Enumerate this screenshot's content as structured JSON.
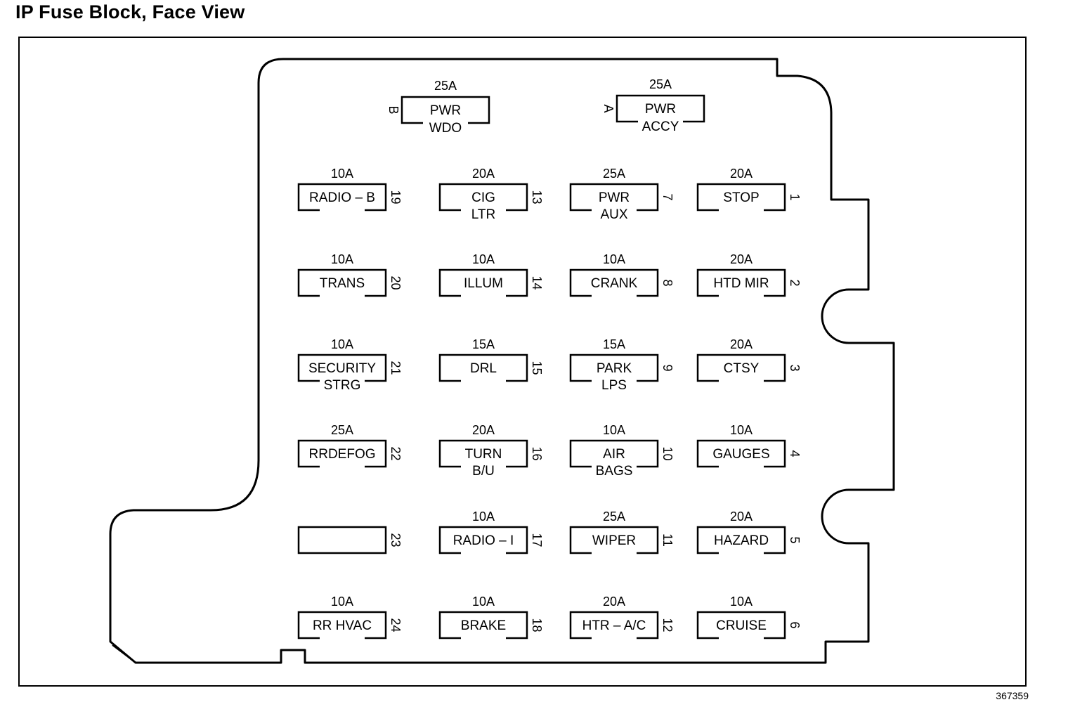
{
  "title": "IP Fuse Block, Face View",
  "figure_id": "367359",
  "top_fuses": [
    {
      "id": "B",
      "amp": "25A",
      "line1": "PWR",
      "line2": "WDO"
    },
    {
      "id": "A",
      "amp": "25A",
      "line1": "PWR",
      "line2": "ACCY"
    }
  ],
  "fuses": [
    {
      "num": "19",
      "amp": "10A",
      "line1": "RADIO – B",
      "line2": ""
    },
    {
      "num": "13",
      "amp": "20A",
      "line1": "CIG",
      "line2": "LTR"
    },
    {
      "num": "7",
      "amp": "25A",
      "line1": "PWR",
      "line2": "AUX"
    },
    {
      "num": "1",
      "amp": "20A",
      "line1": "STOP",
      "line2": ""
    },
    {
      "num": "20",
      "amp": "10A",
      "line1": "TRANS",
      "line2": ""
    },
    {
      "num": "14",
      "amp": "10A",
      "line1": "ILLUM",
      "line2": ""
    },
    {
      "num": "8",
      "amp": "10A",
      "line1": "CRANK",
      "line2": ""
    },
    {
      "num": "2",
      "amp": "20A",
      "line1": "HTD MIR",
      "line2": ""
    },
    {
      "num": "21",
      "amp": "10A",
      "line1": "SECURITY",
      "line2": "STRG"
    },
    {
      "num": "15",
      "amp": "15A",
      "line1": "DRL",
      "line2": ""
    },
    {
      "num": "9",
      "amp": "15A",
      "line1": "PARK",
      "line2": "LPS"
    },
    {
      "num": "3",
      "amp": "20A",
      "line1": "CTSY",
      "line2": ""
    },
    {
      "num": "22",
      "amp": "25A",
      "line1": "RRDEFOG",
      "line2": ""
    },
    {
      "num": "16",
      "amp": "20A",
      "line1": "TURN",
      "line2": "B/U"
    },
    {
      "num": "10",
      "amp": "10A",
      "line1": "AIR",
      "line2": "BAGS"
    },
    {
      "num": "4",
      "amp": "10A",
      "line1": "GAUGES",
      "line2": ""
    },
    {
      "num": "23",
      "amp": "",
      "line1": "",
      "line2": ""
    },
    {
      "num": "17",
      "amp": "10A",
      "line1": "RADIO – I",
      "line2": ""
    },
    {
      "num": "11",
      "amp": "25A",
      "line1": "WIPER",
      "line2": ""
    },
    {
      "num": "5",
      "amp": "20A",
      "line1": "HAZARD",
      "line2": ""
    },
    {
      "num": "24",
      "amp": "10A",
      "line1": "RR HVAC",
      "line2": ""
    },
    {
      "num": "18",
      "amp": "10A",
      "line1": "BRAKE",
      "line2": ""
    },
    {
      "num": "12",
      "amp": "20A",
      "line1": "HTR – A/C",
      "line2": ""
    },
    {
      "num": "6",
      "amp": "10A",
      "line1": "CRUISE",
      "line2": ""
    }
  ]
}
